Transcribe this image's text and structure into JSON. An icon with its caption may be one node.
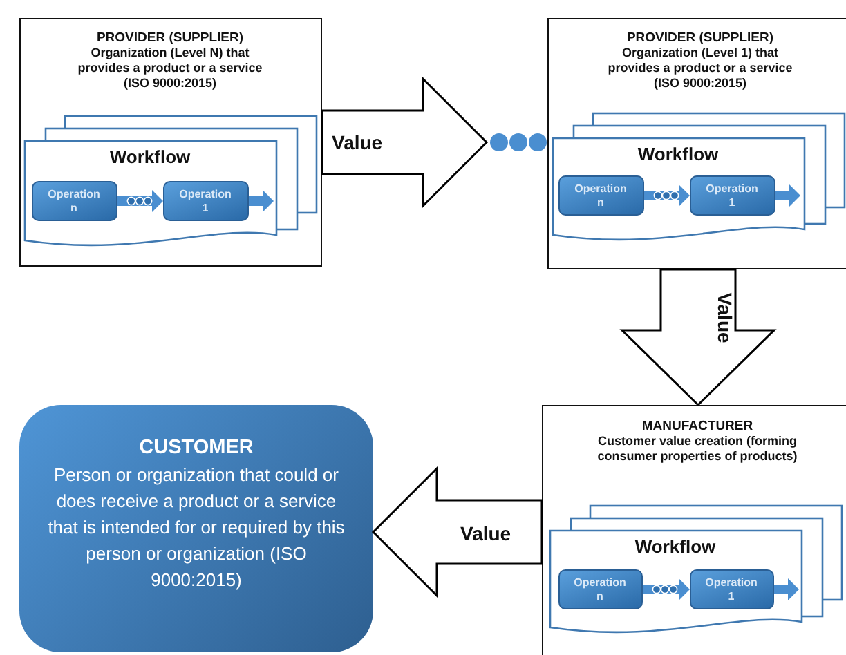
{
  "diagram": {
    "nodes": [
      {
        "text": [
          "PROVIDER (SUPPLIER)",
          "Organization (Level N) that provides a product or a service (ISO 9000:2015)"
        ]
      },
      {
        "text": [
          "Workflow"
        ],
        "in": 0
      },
      {
        "text": [
          "Operation n"
        ],
        "in": 1
      },
      {
        "text": [
          "Operation 1"
        ],
        "in": 1
      },
      {
        "text": [
          "PROVIDER (SUPPLIER)",
          "Organization (Level 1) that provides a product or a service (ISO 9000:2015)"
        ]
      },
      {
        "text": [
          "Workflow"
        ],
        "in": 4
      },
      {
        "text": [
          "Operation n"
        ],
        "in": 5
      },
      {
        "text": [
          "Operation 1"
        ],
        "in": 5
      },
      {
        "text": [
          "MANUFACTURER",
          "Customer value creation (forming consumer properties of products)"
        ]
      },
      {
        "text": [
          "Workflow"
        ],
        "in": 8
      },
      {
        "text": [
          "Operation n"
        ],
        "in": 9
      },
      {
        "text": [
          "Operation 1"
        ],
        "in": 9
      },
      {
        "text": [
          "CUSTOMER",
          "Person or organization that could or does receive a product or a service that is intended for or required by this person or organization (ISO 9000:2015)"
        ]
      }
    ],
    "edges": [
      {
        "from": 2,
        "to": 3,
        "arrow": "to"
      },
      {
        "from": 0,
        "to": 4,
        "arrow": "to",
        "label": "Value",
        "style": "thick",
        "color": "#000000"
      },
      {
        "from": 6,
        "to": 7,
        "arrow": "to"
      },
      {
        "from": 4,
        "to": 8,
        "arrow": "to",
        "label": "Value",
        "style": "thick",
        "color": "#000000"
      },
      {
        "from": 10,
        "to": 11,
        "arrow": "to"
      },
      {
        "from": 8,
        "to": 12,
        "arrow": "to",
        "label": "Value",
        "style": "thick",
        "color": "#000000"
      }
    ]
  }
}
